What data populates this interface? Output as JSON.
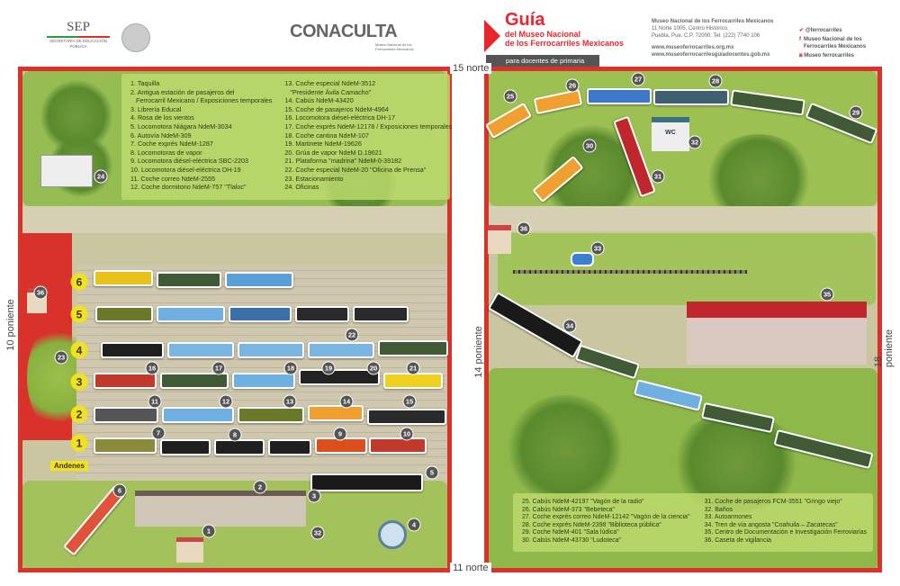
{
  "header": {
    "sep": "SEP",
    "sep_sub": "SECRETARÍA DE EDUCACIÓN PÚBLICA",
    "conaculta": "CONACULTA",
    "conaculta_sub": "Museo Nacional de los Ferrocarriles Mexicanos",
    "guide_title": "Guía",
    "guide_sub1": "del Museo Nacional",
    "guide_sub2": "de los Ferrocarriles Mexicanos",
    "audience": "para docentes de primaria",
    "museum": "Museo Nacional de los Ferrocarriles Mexicanos",
    "address1": "11 Norte 1005, Centro Histórico.",
    "address2": "Puebla, Pue. C.P. 72000. Tel: (222) 7740 106",
    "web1": "www.museoferrocarriles.org.mx",
    "web2": "www.museoferrocarrilesguiadocentes.gob.mx",
    "twitter": "@ferrocarriles",
    "facebook": "Museo Nacional de los Ferrocarriles Mexicanos",
    "instagram": "Museo ferrocarriles"
  },
  "streets": {
    "north": "15 norte",
    "south": "11 norte",
    "west": "10 poniente",
    "middle": "14 poniente",
    "east": "18 poniente"
  },
  "platforms_label": "Andenes",
  "tracks": [
    "6",
    "5",
    "4",
    "3",
    "2",
    "1"
  ],
  "legend_left_col1": [
    "1. Taquilla",
    "2. Antigua estación de pasajeros del",
    "Ferrocarril Mexicano / Exposiciones temporales",
    "3. Librería Educal",
    "4. Rosa de los vientos",
    "5. Locomotora Niágara NdeM-3034",
    "6. Autovía NdeM-309",
    "7. Coche exprés NdeM-1287",
    "8. Locomotoras de vapor",
    "9. Locomotora diésel-eléctrica SBC-2203",
    "10. Locomotora diésel-eléctrica DH-19",
    "11. Coche correo NdeM-2555",
    "12. Coche dormitorio NdeM-757 \"Tlaloc\""
  ],
  "legend_left_col2": [
    "13. Coche especial NdeM-3512",
    "\"Presidente Ávila Camacho\"",
    "14. Cabús NdeM-43420",
    "15. Coche de pasajeros NdeM-4964",
    "16. Locomotora diésel-eléctrica DH-17",
    "17. Coche exprés NdeM-12178 / Exposiciones temporales",
    "18. Coche cantina NdeM-107",
    "19. Martinete NdeM-19626",
    "20. Grúa de vapor NdeM D.19621",
    "21. Plataforma \"madrina\" NdeM-0-39182",
    "22. Coche especial NdeM-20 \"Oficina de Prensa\"",
    "23. Estacionamiento",
    "24. Oficinas"
  ],
  "legend_right_col1": [
    "25. Cabús NdeM-42197 \"Vagón de la radio\"",
    "26. Cabús NdeM-373 \"Bebeteca\"",
    "27. Coche exprés correo NdeM-12142 \"Vagón de la ciencia\"",
    "28. Coche exprés NdeM-2398 \"Biblioteca pública\"",
    "29. Coche NdeM-401 \"Sala lúdica\"",
    "30. Cabús NdeM-43730 \"Ludoteca\""
  ],
  "legend_right_col2": [
    "31. Coche de pasajeros FCM-3551 \"Gringo viejo\"",
    "32. Baños",
    "33. Autoarmones",
    "34. Tren de vía angosta \"Coahuila – Zacatecas\"",
    "35. Centro de Documentación e Investigación Ferroviarias",
    "36. Caseta de vigilancia"
  ],
  "markers": [
    "24",
    "36",
    "23",
    "6",
    "1",
    "2",
    "3",
    "4",
    "5",
    "32",
    "7",
    "8",
    "9",
    "10",
    "11",
    "12",
    "13",
    "14",
    "15",
    "16",
    "17",
    "18",
    "19",
    "20",
    "21",
    "22",
    "25",
    "26",
    "27",
    "28",
    "29",
    "30",
    "31",
    "32",
    "36",
    "33",
    "35",
    "34"
  ],
  "wc_label": "WC",
  "colors": {
    "border": "#d9322a",
    "accent": "#e8262c",
    "grass": "#8fb84a",
    "track_badge": "#f2e21c"
  }
}
